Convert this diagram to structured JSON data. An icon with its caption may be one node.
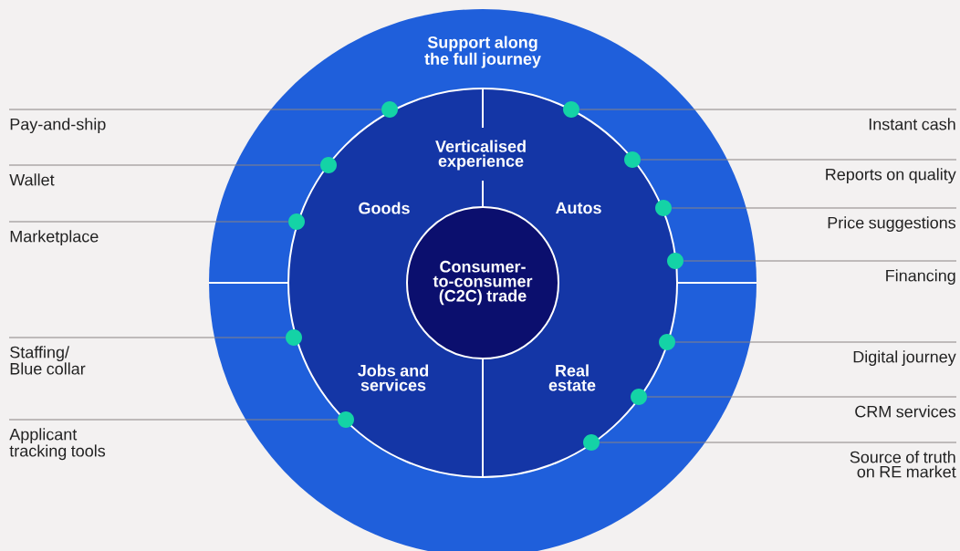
{
  "diagram": {
    "nodes": [
      {
        "text": [
          "Support along the full journey"
        ]
      },
      {
        "text": [
          "Verticalised experience"
        ],
        "in": 0
      },
      {
        "text": [
          "Goods"
        ],
        "in": 1
      },
      {
        "text": [
          "Autos"
        ],
        "in": 1
      },
      {
        "text": [
          "Jobs and services"
        ],
        "in": 1
      },
      {
        "text": [
          "Real estate"
        ],
        "in": 1
      },
      {
        "text": [
          "Consumer-to-consumer (C2C) trade"
        ],
        "in": 1
      },
      {
        "text": [
          "Pay-and-ship"
        ]
      },
      {
        "text": [
          "Wallet"
        ]
      },
      {
        "text": [
          "Marketplace"
        ]
      },
      {
        "text": [
          "Staffing/ Blue collar"
        ]
      },
      {
        "text": [
          "Applicant tracking tools"
        ]
      },
      {
        "text": [
          "Instant cash"
        ]
      },
      {
        "text": [
          "Reports on quality"
        ]
      },
      {
        "text": [
          "Price suggestions"
        ]
      },
      {
        "text": [
          "Financing"
        ]
      },
      {
        "text": [
          "Digital journey"
        ]
      },
      {
        "text": [
          "CRM services"
        ]
      },
      {
        "text": [
          "Source of truth on RE market"
        ]
      },
      {
        "text": [],
        "shape": "circle",
        "in": 0
      },
      {
        "text": [],
        "shape": "circle",
        "in": 0
      },
      {
        "text": [],
        "shape": "circle",
        "in": 0
      },
      {
        "text": [],
        "shape": "circle",
        "in": 0
      },
      {
        "text": [],
        "shape": "circle",
        "in": 1
      },
      {
        "text": [],
        "shape": "circle",
        "in": 0
      },
      {
        "text": [],
        "shape": "circle",
        "in": 1
      },
      {
        "text": [],
        "shape": "circle",
        "in": 0
      },
      {
        "text": [],
        "shape": "circle",
        "in": 0
      },
      {
        "text": [],
        "shape": "circle",
        "in": 1
      },
      {
        "text": [],
        "shape": "circle",
        "in": 1
      },
      {
        "text": [],
        "shape": "circle",
        "in": 1
      }
    ],
    "edges": [
      {
        "from": 7,
        "to": 19,
        "arrow": "none"
      },
      {
        "from": 8,
        "to": 20,
        "arrow": "none"
      },
      {
        "from": 9,
        "to": 21,
        "arrow": "none"
      },
      {
        "from": 10,
        "to": 22,
        "arrow": "none"
      },
      {
        "from": 11,
        "to": 23,
        "arrow": "none"
      },
      {
        "from": 12,
        "to": 24,
        "arrow": "none"
      },
      {
        "from": 13,
        "to": 25,
        "arrow": "none"
      },
      {
        "from": 14,
        "to": 26,
        "arrow": "none"
      },
      {
        "from": 15,
        "to": 27,
        "arrow": "none"
      },
      {
        "from": 16,
        "to": 28,
        "arrow": "none"
      },
      {
        "from": 17,
        "to": 29,
        "arrow": "none"
      },
      {
        "from": 18,
        "to": 30,
        "arrow": "none"
      }
    ]
  }
}
